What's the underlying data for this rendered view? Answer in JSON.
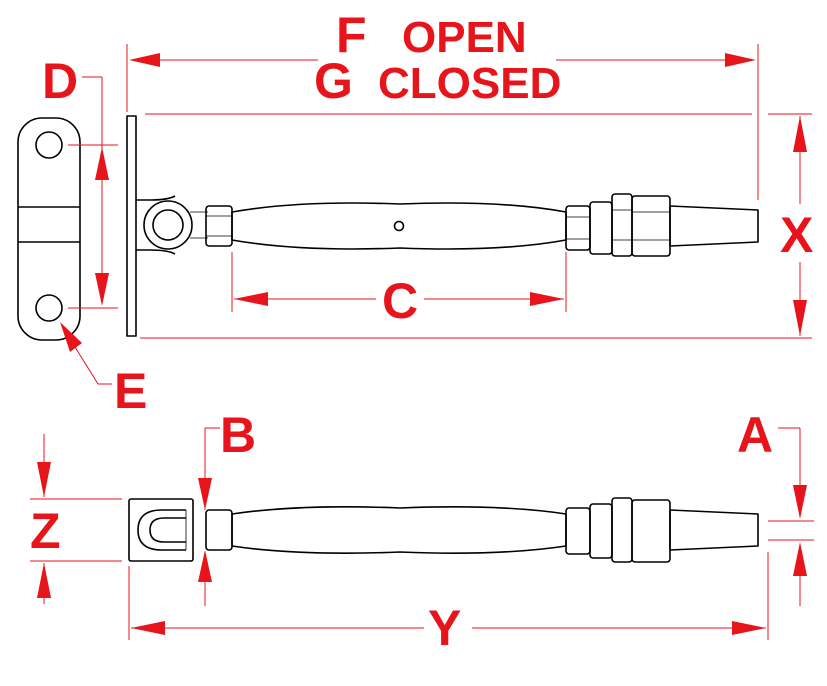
{
  "labels": {
    "f": "F",
    "open": "OPEN",
    "g": "G",
    "closed": "CLOSED",
    "d": "D",
    "x": "X",
    "c": "C",
    "e": "E",
    "b": "B",
    "a": "A",
    "z": "Z",
    "y": "Y"
  },
  "colors": {
    "dimension": "#e8141b",
    "object": "#000000",
    "background": "#ffffff"
  }
}
